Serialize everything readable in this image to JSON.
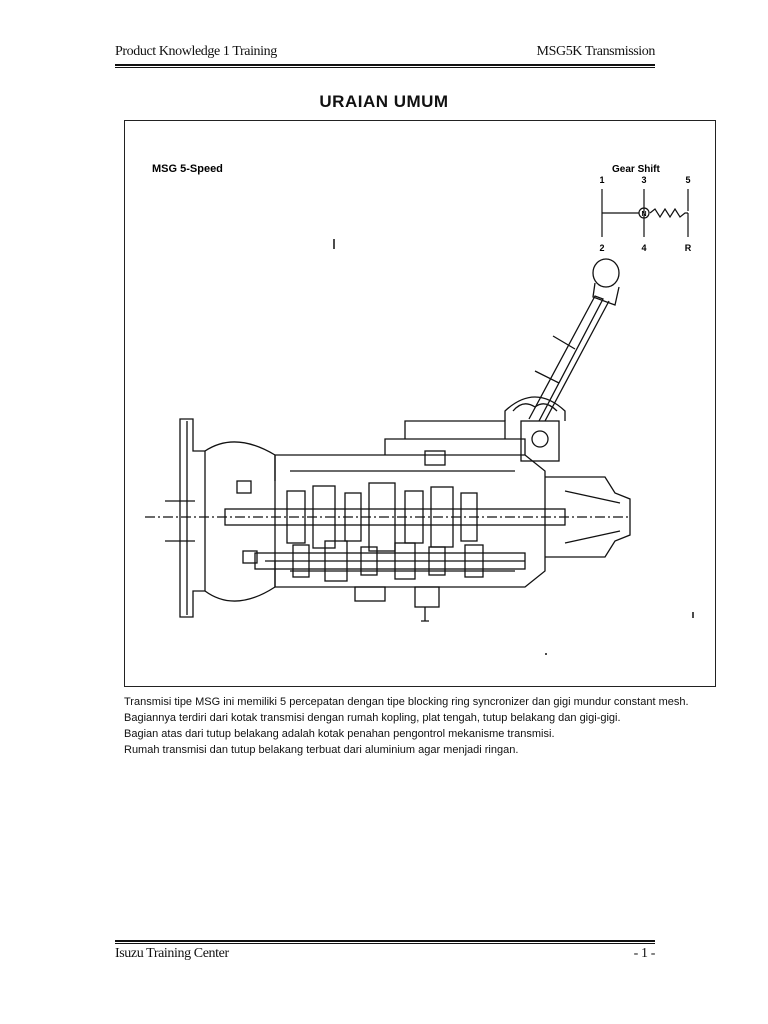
{
  "header": {
    "left": "Product Knowledge 1 Training",
    "right": "MSG5K Transmission"
  },
  "title": "URAIAN UMUM",
  "figure": {
    "model_label": "MSG 5-Speed",
    "gear_shift": {
      "title": "Gear Shift",
      "top_labels": [
        "1",
        "3",
        "5"
      ],
      "bottom_labels": [
        "2",
        "4",
        "R"
      ],
      "neutral": "N"
    }
  },
  "paragraph": [
    "Transmisi tipe MSG ini memiliki 5 percepatan dengan tipe blocking ring syncronizer dan gigi mundur constant mesh.",
    "Bagiannya terdiri dari kotak transmisi dengan rumah kopling, plat tengah, tutup belakang dan gigi-gigi.",
    "Bagian atas dari tutup belakang adalah kotak penahan pengontrol mekanisme transmisi.",
    "Rumah transmisi dan tutup belakang terbuat dari aluminium agar menjadi ringan."
  ],
  "footer": {
    "left": "Isuzu Training Center",
    "right": "- 1 -"
  }
}
